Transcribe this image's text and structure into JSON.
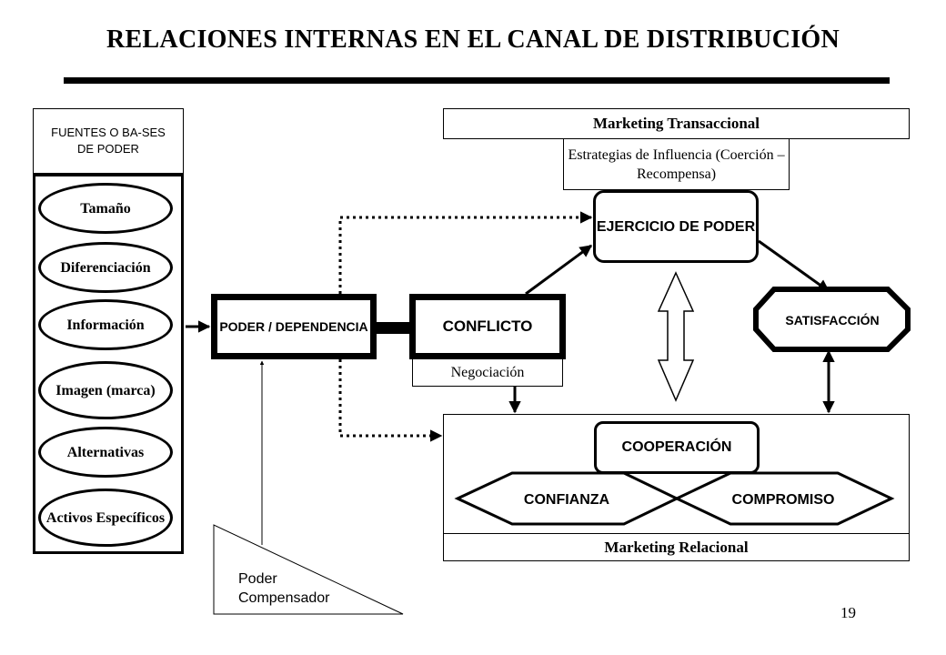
{
  "title": "RELACIONES INTERNAS EN EL CANAL DE DISTRIBUCIÓN",
  "sources": {
    "header": "FUENTES O BA-SES DE PODER",
    "items": [
      "Tamaño",
      "Diferenciación",
      "Información",
      "Imagen (marca)",
      "Alternativas",
      "Activos Específicos"
    ]
  },
  "nodes": {
    "poder_dependencia": "PODER / DEPENDENCIA",
    "conflicto": "CONFLICTO",
    "negociacion": "Negociación",
    "marketing_transaccional": "Marketing  Transaccional",
    "estrategias": "Estrategias de Influencia (Coerción – Recompensa)",
    "ejercicio_de_poder": "EJERCICIO DE  PODER",
    "satisfaccion": "SATISFACCIÓN",
    "cooperacion": "COOPERACIÓN",
    "confianza": "CONFIANZA",
    "compromiso": "COMPROMISO",
    "marketing_relacional": "Marketing  Relacional",
    "poder_compensador": "Poder Compensador"
  },
  "page_number": "19"
}
